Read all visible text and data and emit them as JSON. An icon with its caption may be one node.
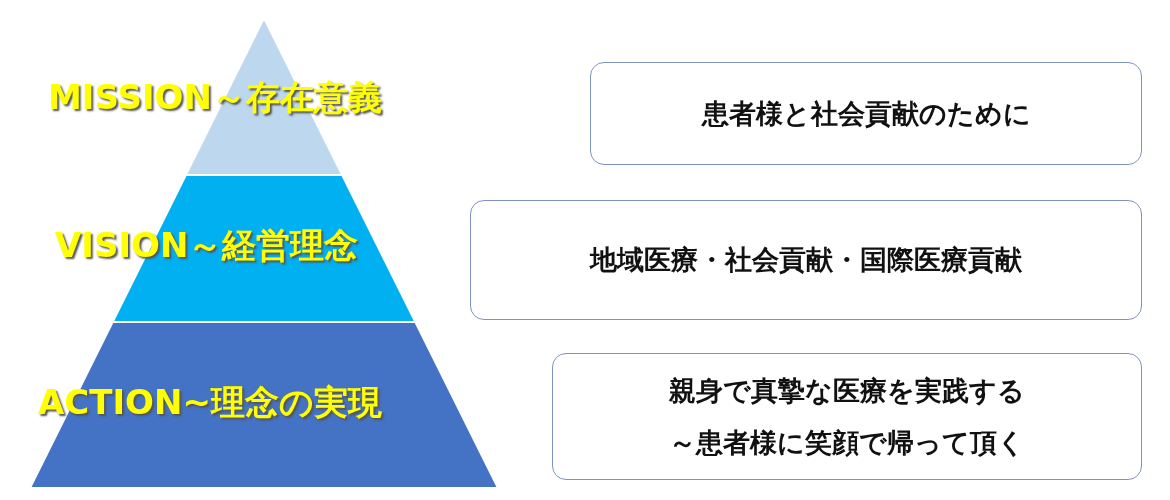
{
  "diagram": {
    "nodes": [
      {
        "text": [
          "MISSION～存在意義"
        ]
      },
      {
        "text": [
          "VISION～経営理念"
        ]
      },
      {
        "text": [
          "ACTION~理念の実現"
        ]
      },
      {
        "text": [
          "患者様と社会貢献のために"
        ]
      },
      {
        "text": [
          "地域医療・社会貢献・国際医療貢献"
        ]
      },
      {
        "text": [
          "親身で真摯な医療を実践する",
          "～患者様に笑顔で帰って頂く"
        ]
      }
    ],
    "edges": []
  }
}
